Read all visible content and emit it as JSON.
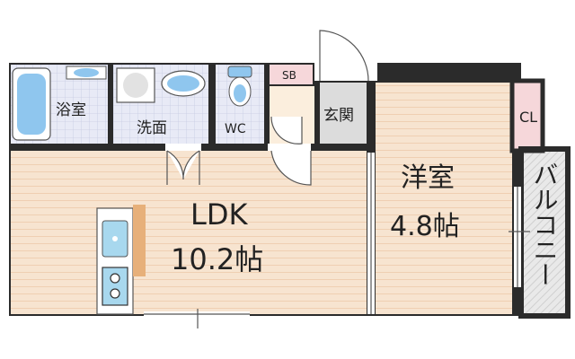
{
  "rooms": {
    "bath": "浴室",
    "washroom": "洗面",
    "wc": "WC",
    "sb": "SB",
    "entrance": "玄関",
    "closet": "CL",
    "western_room": "洋室",
    "western_room_size": "4.8帖",
    "balcony": "バルコニー",
    "ldk": "LDK",
    "ldk_size": "10.2帖"
  },
  "colors": {
    "wall": "#2b2b2b",
    "floor": "#f7e4d0",
    "floor_line": "#efcfb2",
    "wet_tile": "#e8eaf6",
    "wet_grid": "#c7cbe3",
    "fixture_blue": "#8fc6ee",
    "sb_pink": "#f6d7da",
    "closet_pink": "#f6d7da",
    "entrance_gray": "#dcdcdc",
    "balcony_gray": "#e9e9e9",
    "kitchen_blue": "#a8d8ee",
    "counter_orange": "#e7b07a"
  },
  "icons": {
    "bathtub": "bathtub-icon",
    "sink": "washbasin-icon",
    "washer": "washing-machine-icon",
    "toilet": "toilet-icon",
    "stove": "stove-burner-icon"
  }
}
